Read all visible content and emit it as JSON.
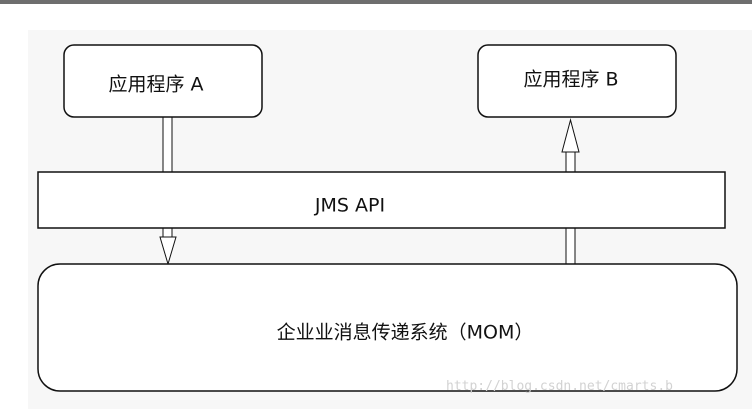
{
  "nodes": {
    "app_a": "应用程序 A",
    "app_b": "应用程序 B",
    "api": "JMS API",
    "mom": "企业业消息传递系统（MOM）"
  },
  "edges": [
    {
      "from": "app_a",
      "to": "mom",
      "direction": "down"
    },
    {
      "from": "mom",
      "to": "app_b",
      "direction": "up"
    }
  ],
  "watermark": "http://blog.csdn.net/cmarts.b",
  "colors": {
    "stroke": "#111111",
    "box_fill": "#ffffff",
    "background": "#f7f7f7",
    "top_rule": "#6e6e6e",
    "watermark": "#d2d2d2"
  }
}
